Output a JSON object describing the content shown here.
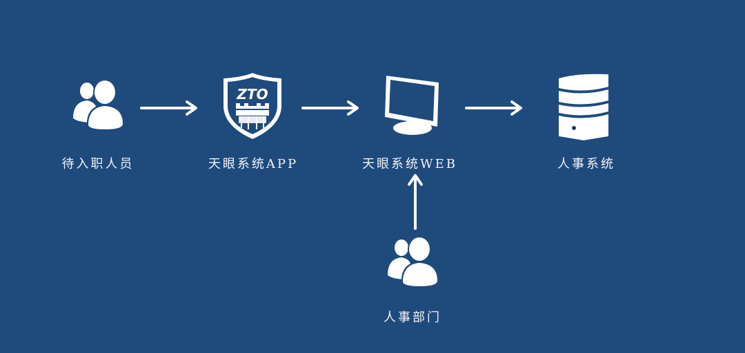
{
  "diagram": {
    "background": "#1f4a7c",
    "foreground": "#ffffff",
    "nodes": [
      {
        "id": "new-hire",
        "label": "待入职人员",
        "icon": "users-icon"
      },
      {
        "id": "app",
        "label": "天眼系统APP",
        "icon": "shield-castle-icon",
        "logo_text": "ZTO"
      },
      {
        "id": "web",
        "label": "天眼系统WEB",
        "icon": "monitor-icon"
      },
      {
        "id": "hr-system",
        "label": "人事系统",
        "icon": "server-icon"
      },
      {
        "id": "hr-dept",
        "label": "人事部门",
        "icon": "users-icon"
      }
    ],
    "edges": [
      {
        "from": "new-hire",
        "to": "app",
        "direction": "right"
      },
      {
        "from": "app",
        "to": "web",
        "direction": "right"
      },
      {
        "from": "web",
        "to": "hr-system",
        "direction": "right"
      },
      {
        "from": "hr-dept",
        "to": "web",
        "direction": "up"
      }
    ]
  }
}
